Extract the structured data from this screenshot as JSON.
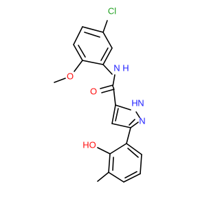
{
  "structure": {
    "atoms": {
      "cl": "Cl",
      "nh_amide": "N",
      "nh_amide_h": "H",
      "o_carbonyl": "O",
      "o_methoxy": "O",
      "nh_pyrazole": "N",
      "nh_pyrazole_h": "H",
      "n_pyrazole": "N",
      "oh": "HO"
    },
    "colors": {
      "bond": "#000000",
      "carbon": "#000000",
      "chlorine": "#1fa01f",
      "nitrogen": "#2020ff",
      "oxygen": "#ff0d0d"
    }
  }
}
